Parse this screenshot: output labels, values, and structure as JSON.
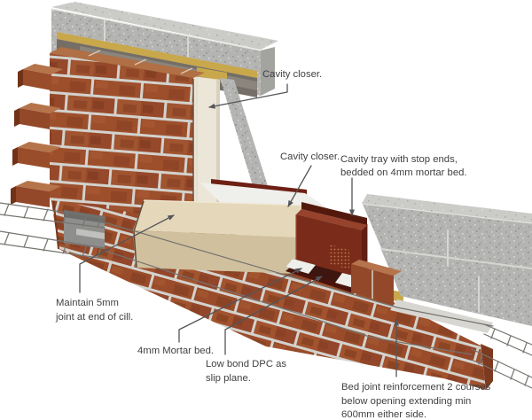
{
  "diagram": {
    "type": "construction-detail-isometric",
    "subject": "Cavity wall cill / window opening detail with cavity tray and bed joint reinforcement",
    "labels": {
      "cavity_closer_top": {
        "text": "Cavity closer."
      },
      "cavity_closer_mid": {
        "text": "Cavity closer."
      },
      "cavity_tray": {
        "line1": "Cavity tray with stop ends,",
        "line2": "bedded on 4mm mortar bed."
      },
      "maintain_joint": {
        "line1": "Maintain 5mm",
        "line2": "joint at end of cill."
      },
      "mortar_bed": {
        "text": "4mm Mortar bed."
      },
      "low_bond_dpc": {
        "line1": "Low bond DPC as",
        "line2": "slip plane."
      },
      "bed_joint_reinforcement": {
        "line1": "Bed joint reinforcement 2 courses",
        "line2": "below opening extending min",
        "line3": "600mm either side."
      }
    },
    "colors": {
      "brick": "#9a4c2a",
      "brick_dark": "#7d3a1f",
      "mortar": "#d5d4cf",
      "blockwork": "#b4b4b2",
      "insulation": "#c9a84c",
      "cavity_tray": "#7a2b19",
      "cill_stone": "#d8c7a5",
      "cavity_closer": "#ece6d8",
      "label_text": "#414144",
      "leader_line": "#55555a",
      "wire": "#74746f"
    }
  }
}
